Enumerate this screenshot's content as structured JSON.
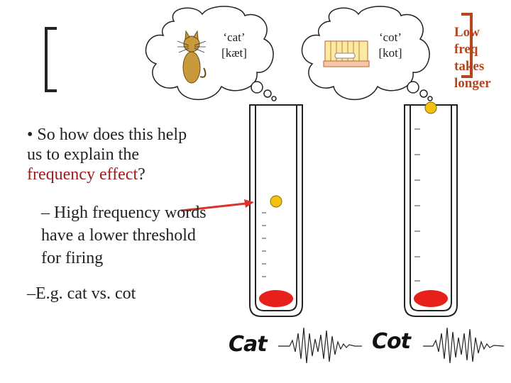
{
  "bullet": {
    "question_prefix": "• So how does this help us to explain the ",
    "question_highlight": "frequency effect",
    "question_suffix": "?",
    "sub_point": "– High frequency words have a lower threshold for firing",
    "example": "–E.g. cat vs. cot"
  },
  "thought_cat": {
    "gloss": "‘cat’",
    "ipa": "[kæt]"
  },
  "thought_cot": {
    "gloss": "‘cot’",
    "ipa": "[kot]"
  },
  "side_note": [
    "Low",
    "freq",
    "takes",
    "longer"
  ],
  "handwritten": {
    "left": "Cat",
    "right": "Cot"
  },
  "colors": {
    "highlight_red": "#9b1c1c",
    "note_orange": "#b5451e",
    "arrow_red": "#d9342b",
    "ball_yellow": "#f4c20d",
    "base_red": "#e8201c"
  }
}
